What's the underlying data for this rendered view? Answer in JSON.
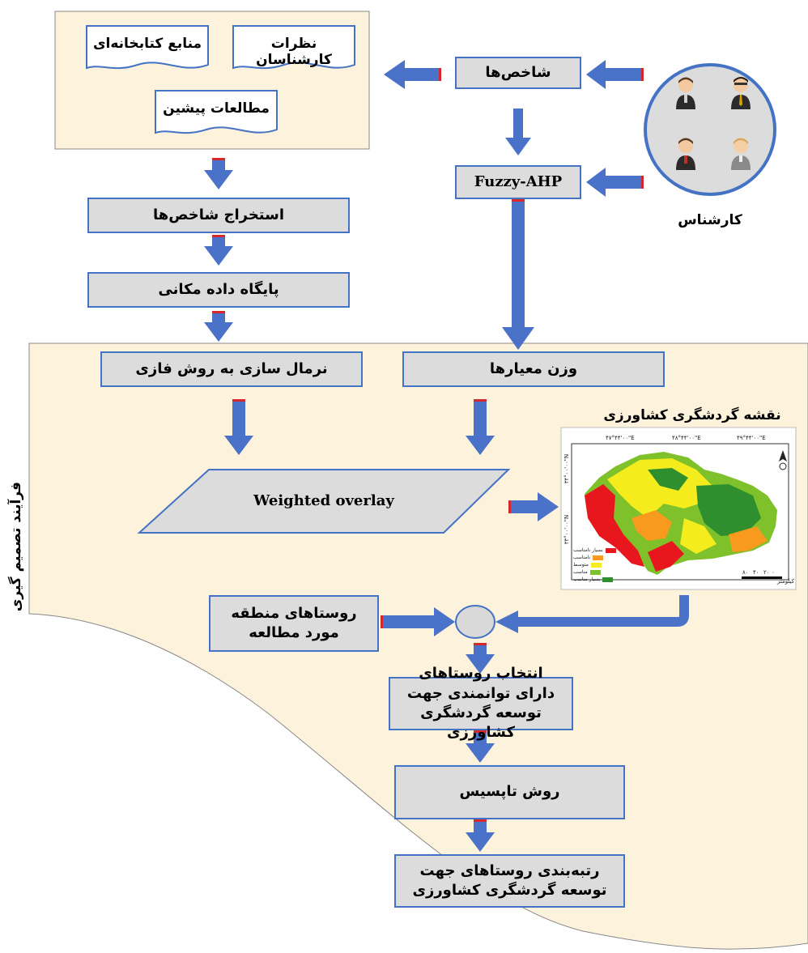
{
  "sources": {
    "library": "منابع کتابخانه‌ای",
    "experts_opinion": "نظرات کارشناسان",
    "previous_studies": "مطالعات پیشین"
  },
  "steps": {
    "indicators": "شاخص‌ها",
    "fuzzy_ahp": "Fuzzy-AHP",
    "extract_indicators": "استخراج شاخص‌ها",
    "spatial_database": "پایگاه داده مکانی",
    "fuzzy_normalization": "نرمال سازی به روش فازی",
    "criteria_weights": "وزن معیارها",
    "weighted_overlay": "Weighted overlay",
    "study_villages": "روستاهای منطقه مورد مطالعه",
    "select_villages": "انتخاب روستاهای دارای توانمندی جهت توسعه گردشگری کشاورزی",
    "topsis": "روش تاپسیس",
    "ranking": "رتبه‌بندی روستاهای جهت توسعه گردشگری کشاورزی"
  },
  "expert_label": "کارشناس",
  "process_label": "فرآیند تصمیم گیری",
  "map": {
    "title": "نقشه گردشگری کشاورزی",
    "lon_ticks": [
      "۴۹°۴۴'۰۰\"E",
      "۴۸°۴۴'۰۰\"E",
      "۴۷°۴۴'۰۰\"E"
    ],
    "lat_ticks": [
      "۳۴°۰۰'۰۰\"N",
      "۳۳°۰۰'۰۰\"N"
    ],
    "scale_label": "کیلومتر",
    "scale_ticks": [
      "۰",
      "۲۰",
      "۴۰",
      "۸۰"
    ],
    "legend": [
      {
        "label": "بسیار نامناسب",
        "color": "#e8171e"
      },
      {
        "label": "نامناسب",
        "color": "#f79a1e"
      },
      {
        "label": "متوسط",
        "color": "#f4ec1c"
      },
      {
        "label": "مناسب",
        "color": "#7fc12a"
      },
      {
        "label": "بسیار مناسب",
        "color": "#2f8f2f"
      }
    ]
  },
  "colors": {
    "arrow_fill": "#4a72c8",
    "arrow_accent": "#d6272d",
    "panel_fill": "#fdf3dc",
    "box_fill": "#dcdcdc",
    "box_border": "#4472c4",
    "expert_circle": "#dcdcdc"
  }
}
